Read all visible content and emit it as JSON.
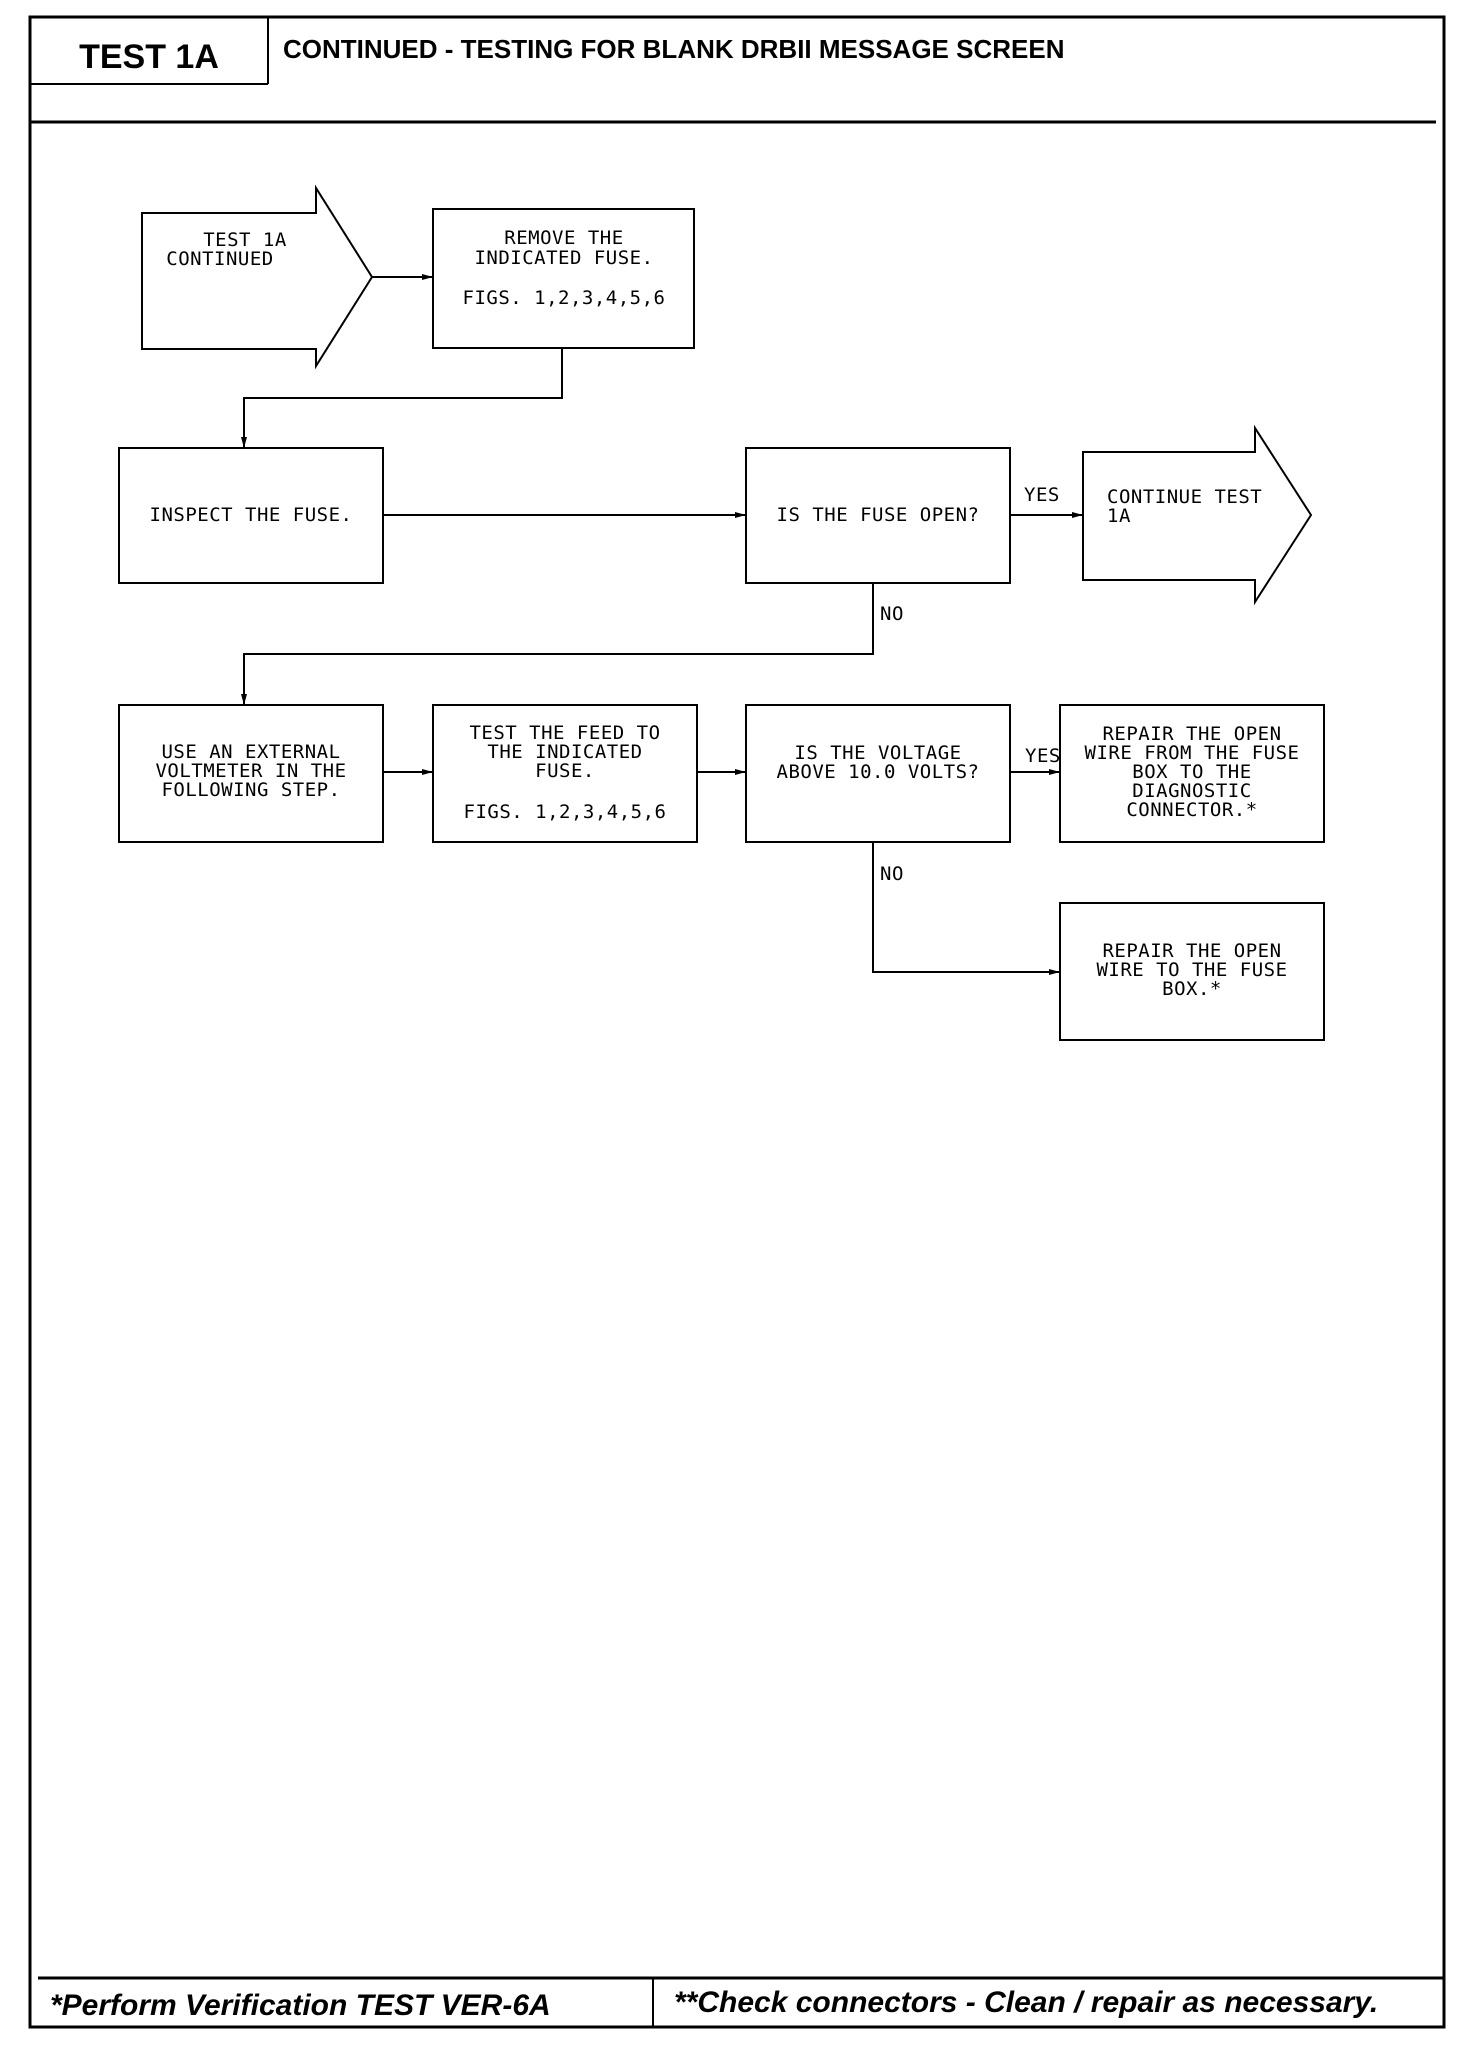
{
  "header": {
    "test_id": "TEST 1A",
    "title": "CONTINUED - TESTING FOR BLANK DRBII MESSAGE SCREEN"
  },
  "flowchart": {
    "start": {
      "lines": [
        "TEST 1A",
        "CONTINUED"
      ]
    },
    "remove_fuse": {
      "lines": [
        "REMOVE THE",
        "INDICATED FUSE."
      ],
      "figs": "FIGS. 1,2,3,4,5,6"
    },
    "inspect_fuse": {
      "lines": [
        "INSPECT THE FUSE."
      ]
    },
    "is_fuse_open": {
      "lines": [
        "IS THE FUSE OPEN?"
      ]
    },
    "continue_test": {
      "lines": [
        "CONTINUE TEST",
        "1A"
      ]
    },
    "use_voltmeter": {
      "lines": [
        "USE AN EXTERNAL",
        "VOLTMETER IN THE",
        "FOLLOWING STEP."
      ]
    },
    "test_feed": {
      "lines": [
        "TEST THE FEED TO",
        "THE INDICATED",
        "FUSE."
      ],
      "figs": "FIGS. 1,2,3,4,5,6"
    },
    "is_voltage_above": {
      "lines": [
        "IS THE VOLTAGE",
        "ABOVE 10.0 VOLTS?"
      ]
    },
    "repair_open_wire_diag": {
      "lines": [
        "REPAIR THE OPEN",
        "WIRE FROM THE FUSE",
        "BOX TO THE",
        "DIAGNOSTIC",
        "CONNECTOR.*"
      ]
    },
    "repair_open_wire_fuse": {
      "lines": [
        "REPAIR THE OPEN",
        "WIRE TO THE FUSE",
        "BOX.*"
      ]
    },
    "labels": {
      "yes": "YES",
      "no": "NO"
    }
  },
  "footer": {
    "left": "*Perform Verification TEST VER-6A",
    "right": "**Check connectors - Clean / repair as necessary."
  }
}
